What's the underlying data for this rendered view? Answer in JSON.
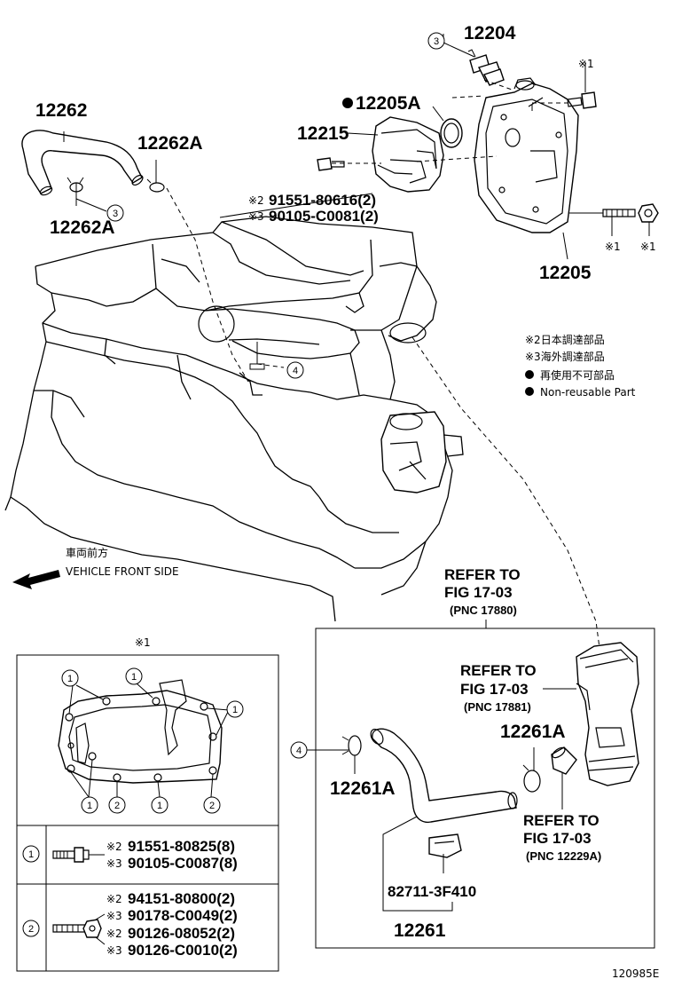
{
  "parts": {
    "p12204": "12204",
    "p12205A": "12205A",
    "p12262": "12262",
    "p12262A_top": "12262A",
    "p12262A_bottom": "12262A",
    "p12215": "12215",
    "p12205": "12205",
    "p12261A_left": "12261A",
    "p12261A_right": "12261A",
    "p82711": "82711-3F410",
    "p12261": "12261"
  },
  "bolt_refs": {
    "r1_mark": "※2",
    "r1_num": "91551-80616(2)",
    "r2_mark": "※3",
    "r2_num": "90105-C0081(2)"
  },
  "ref_marks": {
    "x1_top": "※1",
    "x1_a": "※1",
    "x1_b": "※1",
    "x1_detail": "※1"
  },
  "callouts": {
    "c3_top": "3",
    "c3_left": "3",
    "c4_mid": "4",
    "c4_box": "4",
    "d1a": "1",
    "d1b": "1",
    "d1c": "1",
    "d1d": "1",
    "d1e": "1",
    "d2a": "2",
    "d2b": "2",
    "row1": "1",
    "row2": "2"
  },
  "legend": {
    "l1": "※2日本調達部品",
    "l2": "※3海外調達部品",
    "l3": "再使用不可部品",
    "l4": "Non-reusable Part"
  },
  "direction": {
    "jp": "車両前方",
    "en": "VEHICLE FRONT SIDE"
  },
  "refer": {
    "a1": "REFER TO",
    "a2": "FIG 17-03",
    "a3": "(PNC 17880)",
    "b1": "REFER TO",
    "b2": "FIG 17-03",
    "b3": "(PNC 17881)",
    "c1": "REFER TO",
    "c2": "FIG 17-03",
    "c3": "(PNC 12229A)"
  },
  "table": {
    "row1_m1": "※2",
    "row1_n1": "91551-80825(8)",
    "row1_m2": "※3",
    "row1_n2": "90105-C0087(8)",
    "row2_m1": "※2",
    "row2_n1": "94151-80800(2)",
    "row2_m2": "※3",
    "row2_n2": "90178-C0049(2)",
    "row2_m3": "※2",
    "row2_n3": "90126-08052(2)",
    "row2_m4": "※3",
    "row2_n4": "90126-C0010(2)"
  },
  "figure_id": "120985E"
}
